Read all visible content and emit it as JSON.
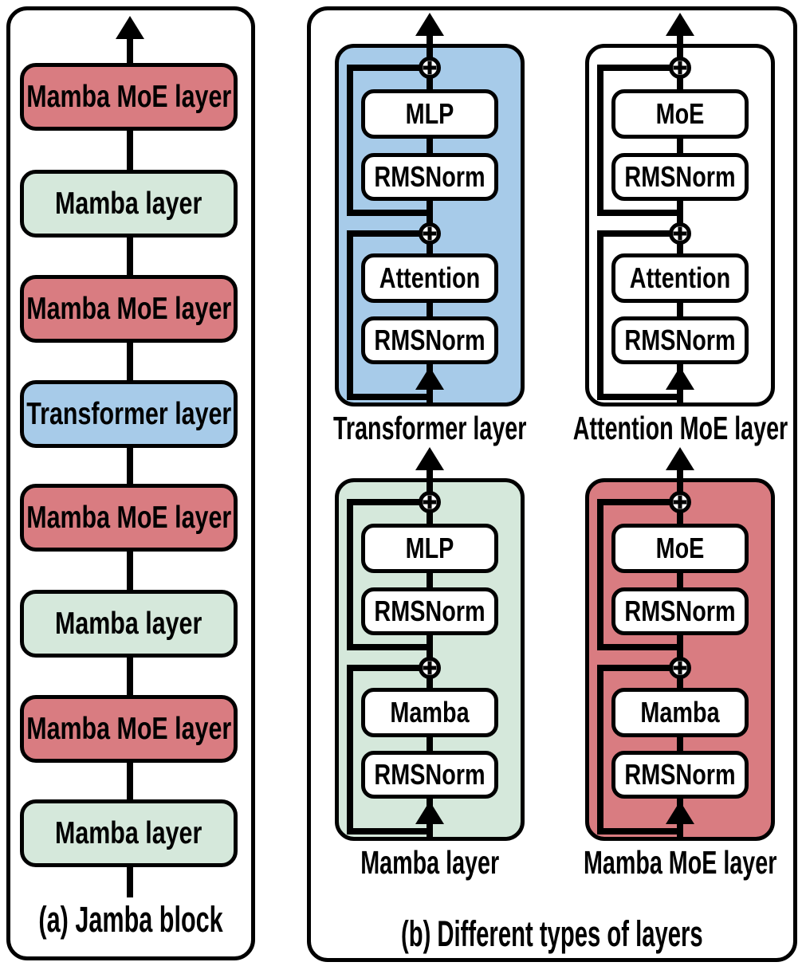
{
  "figure": {
    "description": "Jamba block architecture diagram"
  },
  "colors": {
    "mamba_moe_red": "#D97C81",
    "mamba_green": "#D5E8DB",
    "transformer_blue": "#A7CBE9",
    "plain_white": "#FFFFFF",
    "line_black": "#000000"
  },
  "panel_a": {
    "caption": "(a) Jamba block",
    "layers": [
      {
        "label": "Mamba MoE layer",
        "color": "#D97C81"
      },
      {
        "label": "Mamba layer",
        "color": "#D5E8DB"
      },
      {
        "label": "Mamba MoE layer",
        "color": "#D97C81"
      },
      {
        "label": "Transformer layer",
        "color": "#A7CBE9"
      },
      {
        "label": "Mamba MoE layer",
        "color": "#D97C81"
      },
      {
        "label": "Mamba layer",
        "color": "#D5E8DB"
      },
      {
        "label": "Mamba MoE layer",
        "color": "#D97C81"
      },
      {
        "label": "Mamba layer",
        "color": "#D5E8DB"
      }
    ]
  },
  "panel_b": {
    "caption": "(b) Different types of layers",
    "diagrams": [
      {
        "label": "Transformer layer",
        "color": "#A7CBE9",
        "blocks": [
          "MLP",
          "RMSNorm",
          "Attention",
          "RMSNorm"
        ]
      },
      {
        "label": "Attention MoE layer",
        "color": "#FFFFFF",
        "blocks": [
          "MoE",
          "RMSNorm",
          "Attention",
          "RMSNorm"
        ]
      },
      {
        "label": "Mamba layer",
        "color": "#D5E8DB",
        "blocks": [
          "MLP",
          "RMSNorm",
          "Mamba",
          "RMSNorm"
        ]
      },
      {
        "label": "Mamba MoE layer",
        "color": "#D97C81",
        "blocks": [
          "MoE",
          "RMSNorm",
          "Mamba",
          "RMSNorm"
        ]
      }
    ]
  }
}
